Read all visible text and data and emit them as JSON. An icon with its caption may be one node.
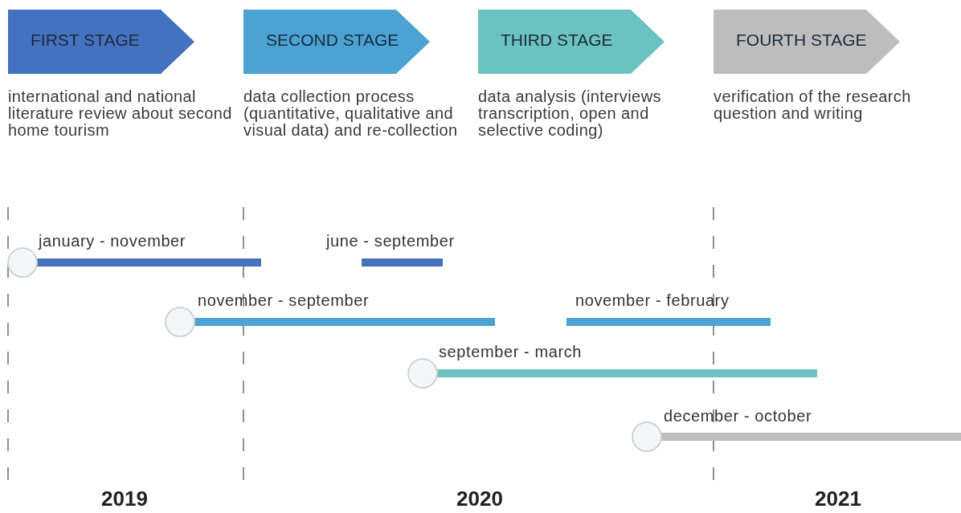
{
  "diagram": {
    "nodes": [
      {
        "text": [
          "FIRST STAGE"
        ],
        "beside": [
          "international and national literature review about second home tourism"
        ]
      },
      {
        "text": [
          "SECOND STAGE"
        ],
        "beside": [
          "data collection process (quantitative, qualitative and visual data) and re-collection"
        ]
      },
      {
        "text": [
          "THIRD STAGE"
        ],
        "beside": [
          "data analysis (interviews transcription, open and selective coding)"
        ]
      },
      {
        "text": [
          "FOURTH STAGE"
        ],
        "beside": [
          "verification of the research question and writing"
        ]
      }
    ],
    "labels": [
      "january - november",
      "june - september",
      "november - september",
      "november - february",
      "september - march",
      "december - october",
      "2019",
      "2020",
      "2021"
    ]
  }
}
